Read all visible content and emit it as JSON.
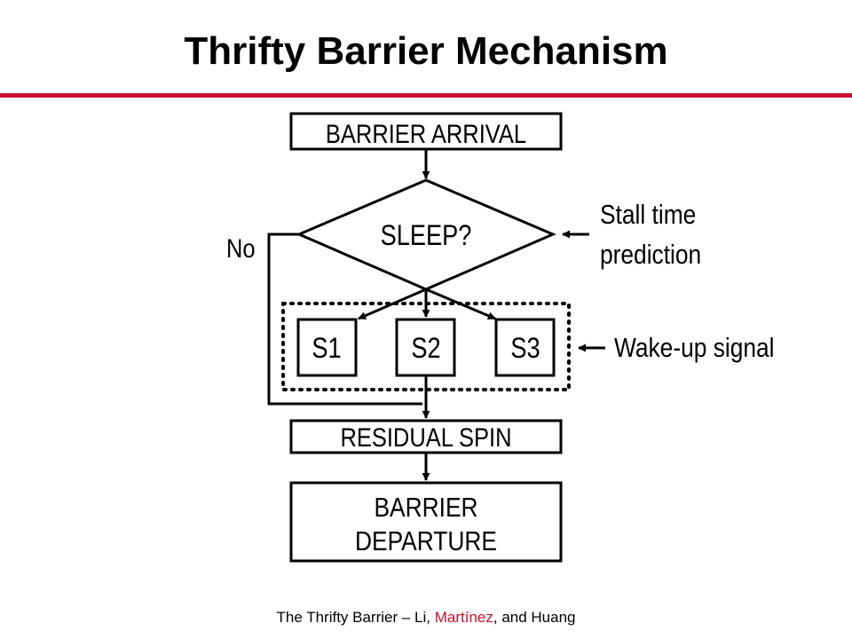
{
  "title": "Thrifty Barrier Mechanism",
  "diagram": {
    "barrier_arrival": "BARRIER ARRIVAL",
    "sleep_question": "SLEEP?",
    "no_label": "No",
    "stall_time": [
      "Stall time",
      "prediction"
    ],
    "states": [
      "S1",
      "S2",
      "S3"
    ],
    "wakeup_signal": "Wake-up signal",
    "residual_spin": "RESIDUAL SPIN",
    "barrier_departure": [
      "BARRIER",
      "DEPARTURE"
    ]
  },
  "footer": {
    "prefix": "The Thrifty Barrier – Li, ",
    "highlight": "Martínez",
    "suffix": ", and Huang"
  },
  "colors": {
    "accent": "#c8102e",
    "ink": "#000000"
  }
}
